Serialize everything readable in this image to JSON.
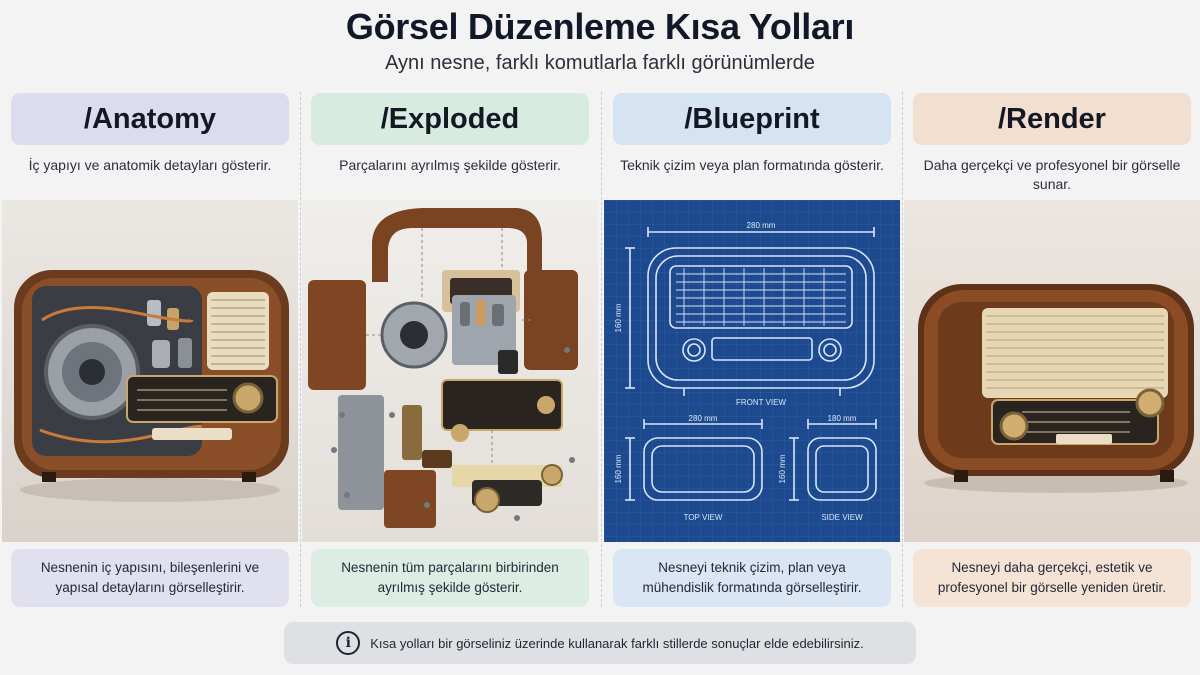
{
  "header": {
    "title": "Görsel Düzenleme Kısa Yolları",
    "subtitle": "Aynı nesne, farklı komutlarla farklı görünümlerde"
  },
  "columns": [
    {
      "command": "/Anatomy",
      "description": "İç yapıyı ve anatomik detayları gösterir.",
      "summary": "Nesnenin iç yapısını, bileşenlerini ve yapısal detaylarını görselleştirir.",
      "color": "#dcdcef"
    },
    {
      "command": "/Exploded",
      "description": "Parçalarını ayrılmış şekilde gösterir.",
      "summary": "Nesnenin tüm parçalarını birbirinden ayrılmış şekilde gösterir.",
      "color": "#d8ebe1"
    },
    {
      "command": "/Blueprint",
      "description": "Teknik çizim veya plan formatında gösterir.",
      "summary": "Nesneyi teknik çizim, plan veya mühendislik formatında görselleştirir.",
      "color": "#d6e3f3"
    },
    {
      "command": "/Render",
      "description": "Daha gerçekçi ve profesyonel bir görselle sunar.",
      "summary": "Nesneyi daha gerçekçi, estetik ve profesyonel bir görselle yeniden üretir.",
      "color": "#f2dfcf"
    }
  ],
  "blueprint": {
    "front_width": "280 mm",
    "front_height": "160 mm",
    "front_label": "FRONT VIEW",
    "top_width": "280 mm",
    "top_height": "160 mm",
    "top_label": "TOP VIEW",
    "side_width": "180 mm",
    "side_height": "160 mm",
    "side_label": "SIDE VIEW",
    "background": "#1d4a8f"
  },
  "footer": {
    "icon": "info-icon",
    "note": "Kısa yolları bir görseliniz üzerinde kullanarak farklı stillerde sonuçlar elde edebilirsiniz."
  }
}
